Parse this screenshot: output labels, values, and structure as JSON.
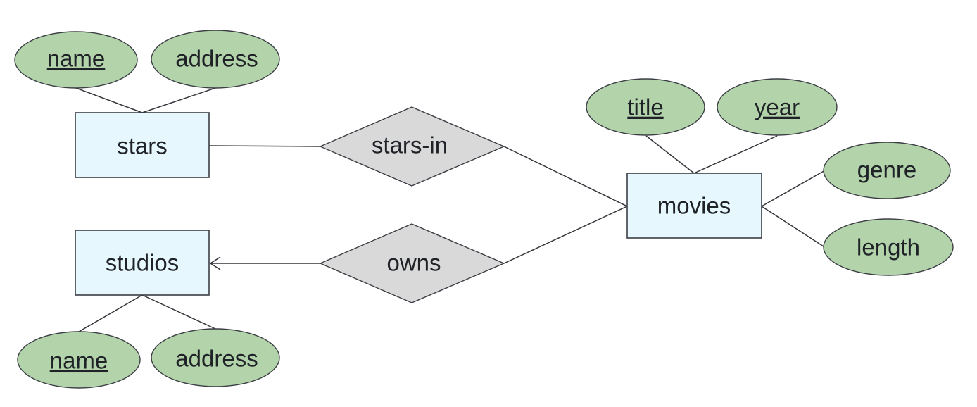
{
  "diagram": {
    "entities": {
      "stars": "stars",
      "studios": "studios",
      "movies": "movies"
    },
    "relationships": {
      "stars_in": "stars-in",
      "owns": "owns"
    },
    "attributes": {
      "stars_name": "name",
      "stars_address": "address",
      "studios_name": "name",
      "studios_address": "address",
      "movies_title": "title",
      "movies_year": "year",
      "movies_genre": "genre",
      "movies_length": "length"
    }
  },
  "colors": {
    "entity_fill": "#e6f7fd",
    "relationship_fill": "#d9d9d9",
    "attribute_fill": "#b3d3ab",
    "line": "#33363b"
  }
}
